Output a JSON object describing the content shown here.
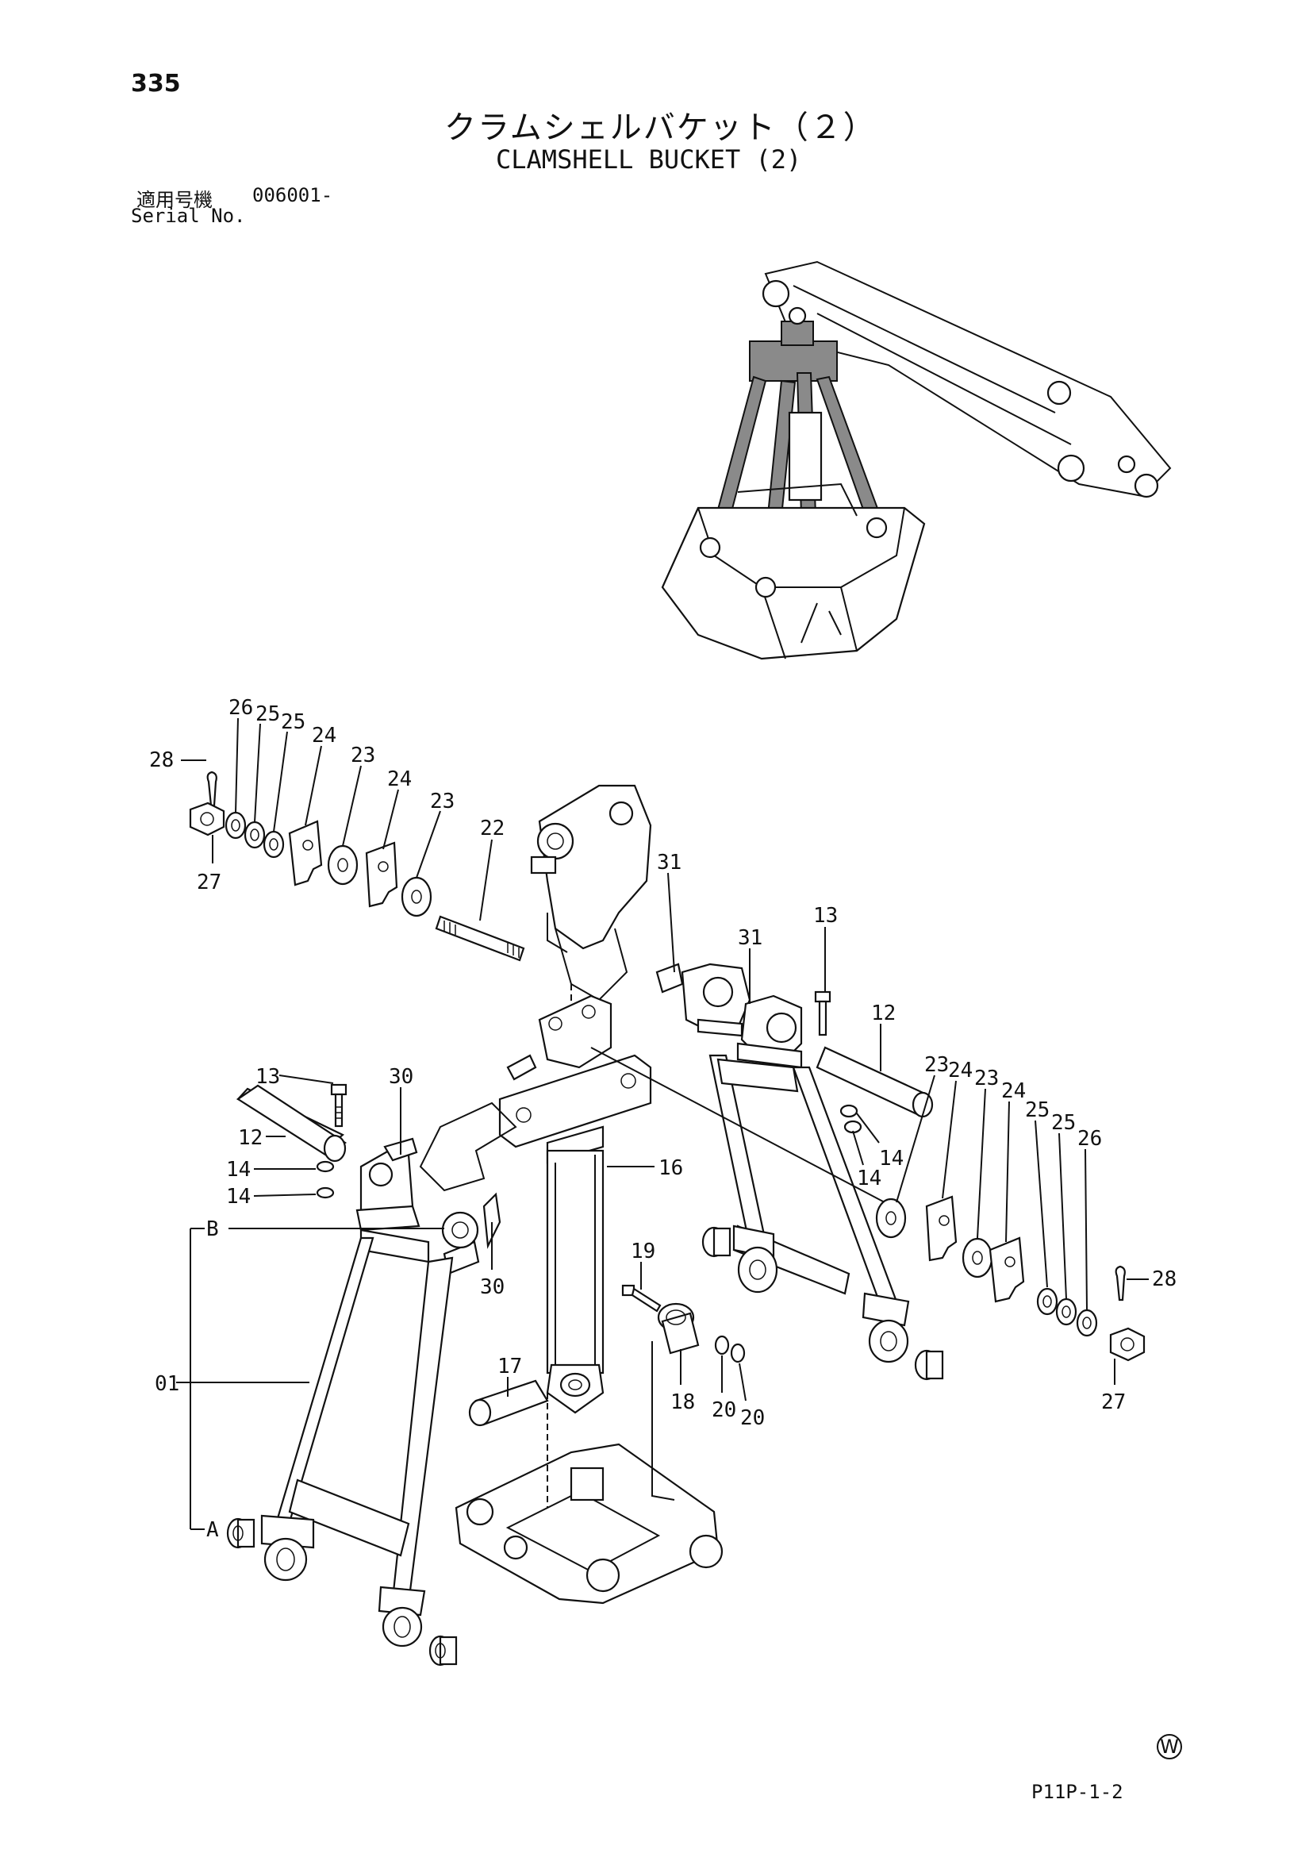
{
  "header": {
    "page_number": "335",
    "title_jp": "クラムシェルバケット（２）",
    "title_en": "CLAMSHELL BUCKET (2)",
    "serial_label_jp": "適用号機",
    "serial_value": "006001-",
    "serial_label_en": "Serial No."
  },
  "footer": {
    "w_mark": "W",
    "drawing_code": "P11P-1-2"
  },
  "callouts": {
    "c01": "01",
    "cA": "A",
    "cB": "B",
    "c12a": "12",
    "c12b": "12",
    "c13a": "13",
    "c13b": "13",
    "c14a": "14",
    "c14b": "14",
    "c14c": "14",
    "c14d": "14",
    "c16": "16",
    "c17": "17",
    "c18": "18",
    "c19": "19",
    "c20a": "20",
    "c20b": "20",
    "c22": "22",
    "c23a": "23",
    "c23b": "23",
    "c23c": "23",
    "c23d": "23",
    "c24a": "24",
    "c24b": "24",
    "c24c": "24",
    "c24d": "24",
    "c25a": "25",
    "c25b": "25",
    "c25c": "25",
    "c25d": "25",
    "c26a": "26",
    "c26b": "26",
    "c27a": "27",
    "c27b": "27",
    "c28a": "28",
    "c28b": "28",
    "c30a": "30",
    "c30b": "30",
    "c31a": "31",
    "c31b": "31"
  }
}
